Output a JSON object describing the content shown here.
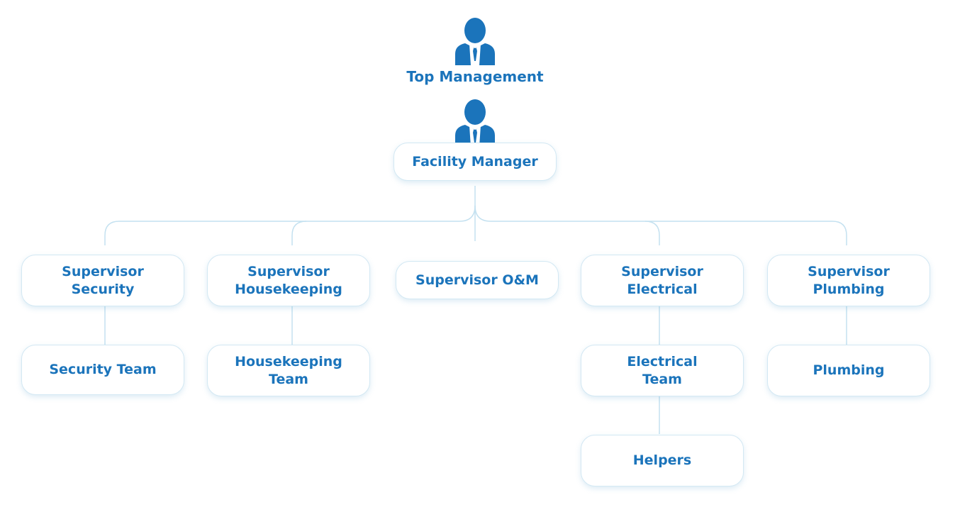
{
  "top": {
    "label": "Top Management",
    "icon": "person-icon"
  },
  "facility_manager": {
    "label": "Facility Manager",
    "icon": "person-icon"
  },
  "supervisors": [
    {
      "id": "security",
      "line1": "Supervisor",
      "line2": "Security"
    },
    {
      "id": "housekeeping",
      "line1": "Supervisor",
      "line2": "Housekeeping"
    },
    {
      "id": "om",
      "line1": "Supervisor O&M",
      "line2": ""
    },
    {
      "id": "electrical",
      "line1": "Supervisor",
      "line2": "Electrical"
    },
    {
      "id": "plumbing",
      "line1": "Supervisor",
      "line2": "Plumbing"
    }
  ],
  "teams": {
    "security": {
      "line1": "Security Team",
      "line2": ""
    },
    "housekeeping": {
      "line1": "Housekeeping",
      "line2": "Team"
    },
    "electrical": {
      "line1": "Electrical",
      "line2": "Team"
    },
    "plumbing": {
      "line1": "Plumbing",
      "line2": ""
    }
  },
  "helpers": {
    "line1": "Helpers"
  },
  "colors": {
    "primary": "#1b74bb",
    "connector": "#c4e1f0",
    "border": "#d3e8f3"
  }
}
